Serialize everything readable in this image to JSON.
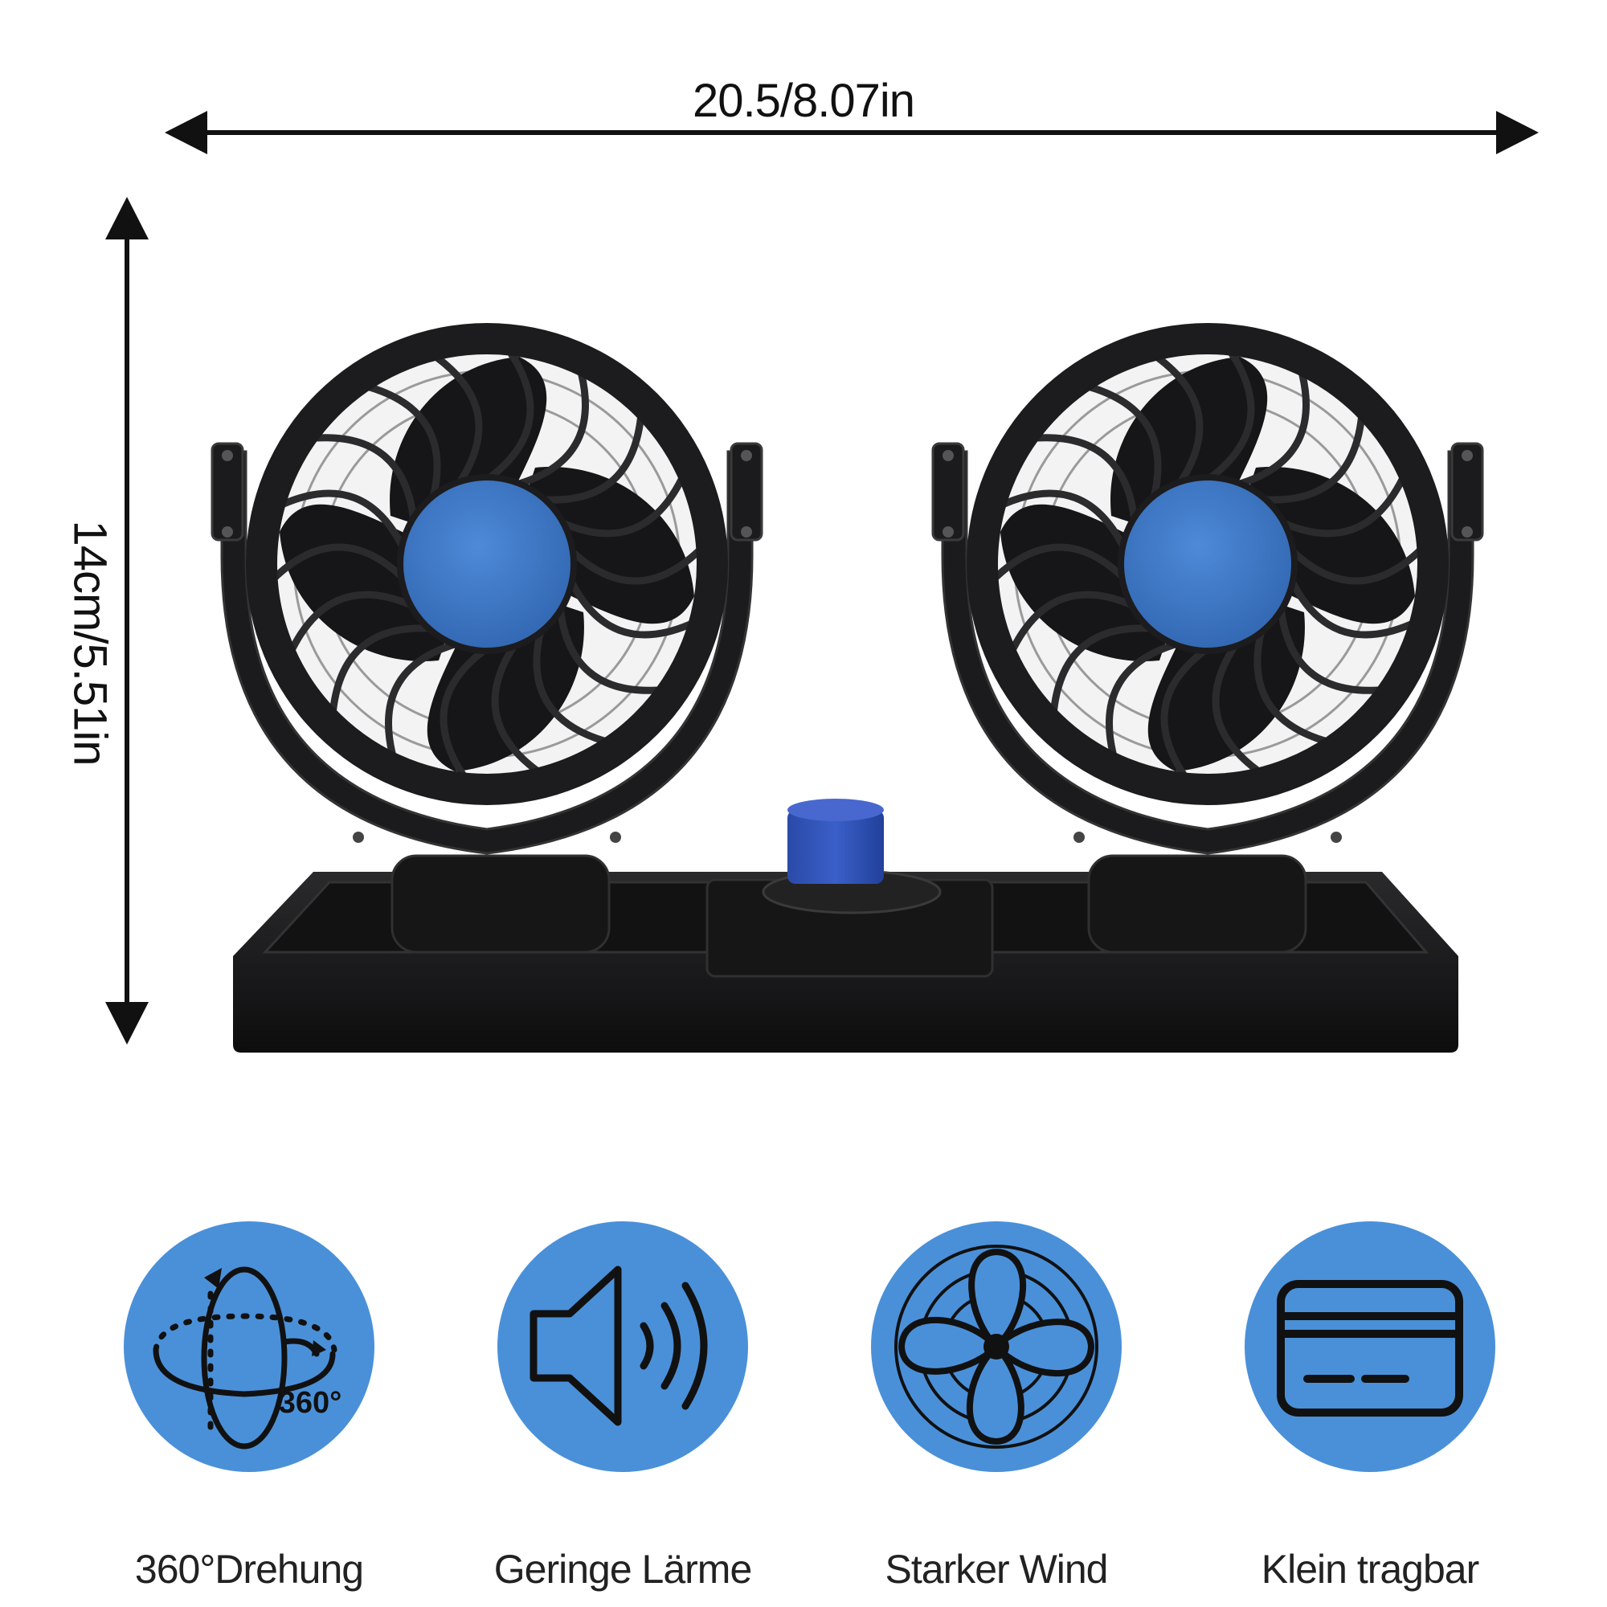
{
  "dimensions": {
    "width_label": "20.5/8.07in",
    "height_label": "14cm/5.51in"
  },
  "product": {
    "fan_count": 2,
    "body_color": "#1c1c1e",
    "hub_color": "#3b78c8",
    "knob_color": "#2f55b8"
  },
  "features": [
    {
      "icon": "rotate-360-icon",
      "icon_text": "360°",
      "label": "360°Drehung"
    },
    {
      "icon": "speaker-icon",
      "label": "Geringe Lärme"
    },
    {
      "icon": "fan-icon",
      "label": "Starker Wind"
    },
    {
      "icon": "card-icon",
      "label": "Klein tragbar"
    }
  ],
  "colors": {
    "feature_circle": "#4a90d9",
    "arrow": "#111111"
  }
}
